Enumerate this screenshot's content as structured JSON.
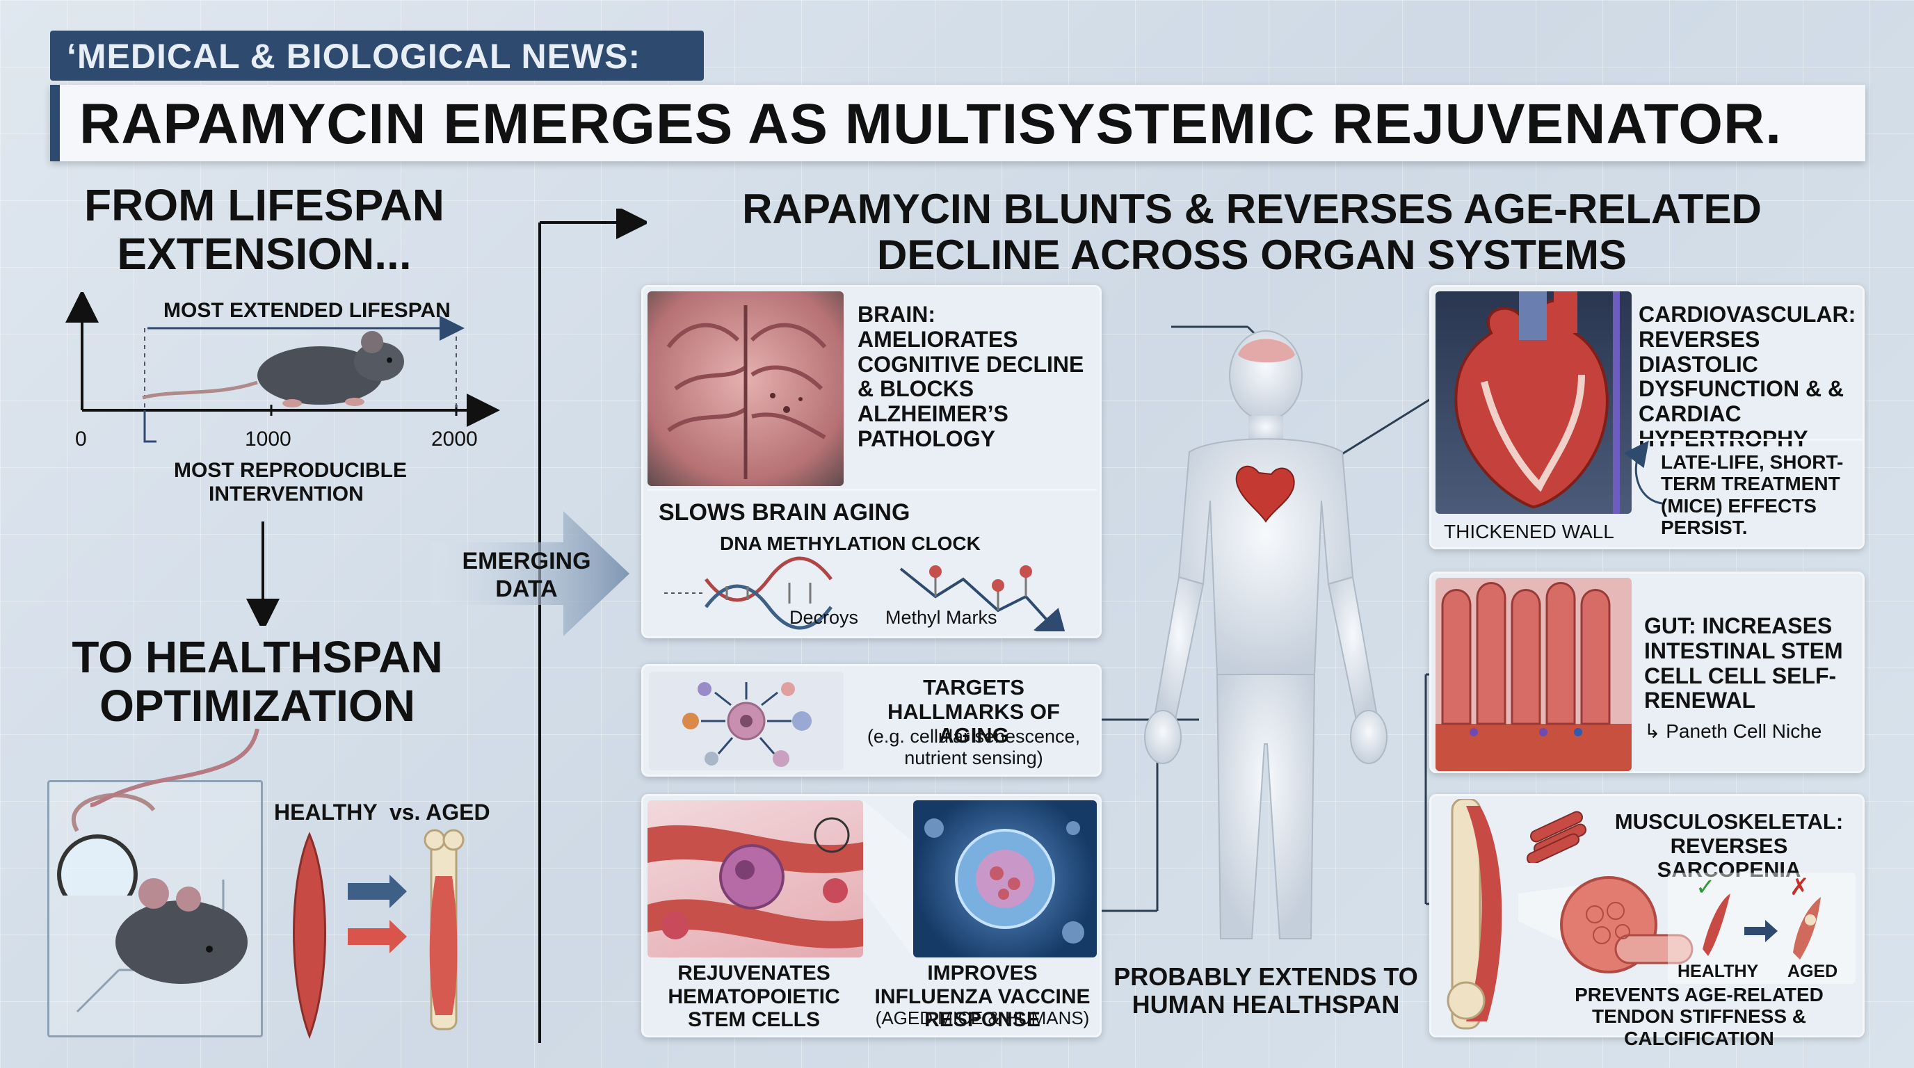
{
  "header": {
    "kicker": "‘MEDICAL & BIOLOGICAL NEWS:",
    "title": "RAPAMYCIN EMERGES AS MULTISYSTEMIC REJUVENATOR."
  },
  "left": {
    "heading_top": "FROM LIFESPAN EXTENSION...",
    "chart": {
      "most_extended": "MOST EXTENDED LIFESPAN",
      "tick_0": "0",
      "tick_1000": "1000",
      "tick_2000": "2000",
      "reproducible_1": "MOST REPRODUCIBLE",
      "reproducible_2": "INTERVENTION"
    },
    "heading_bottom": "TO HEALTHSPAN OPTIMIZATION",
    "healthy_vs_aged": "HEALTHY  vs. AGED"
  },
  "emerging": {
    "line1": "EMERGING",
    "line2": "DATA"
  },
  "center": {
    "heading": "RAPAMYCIN BLUNTS & REVERSES AGE-RELATED DECLINE ACROSS ORGAN SYSTEMS",
    "brain": {
      "text": "BRAIN: AMELIORATES COGNITIVE DECLINE & BLOCKS ALZHEIMER’S PATHOLOGY",
      "slows": "SLOWS BRAIN AGING",
      "clock": "DNA METHYLATION CLOCK",
      "decroys": "Decroys",
      "methyl": "Methyl Marks"
    },
    "hallmarks": {
      "title": "TARGETS HALLMARKS OF AGING",
      "sub": "(e.g. cellular senescence, nutrient sensing)"
    },
    "hsc": "REJUVENATES HEMATOPOIETIC STEM CELLS",
    "influenza": {
      "title": "IMPROVES INFLUENZA VACCINE RESPONSE",
      "sub": "(AGED MICE & HUMANS)"
    },
    "human": "PROBABLY EXTENDS TO HUMAN HEALTHSPAN"
  },
  "right": {
    "cardio": {
      "text": "CARDIOVASCULAR: REVERSES DIASTOLIC DYSFUNCTION & & CARDIAC HYPERTROPHY",
      "thickened": "THICKENED WALL",
      "late": "LATE-LIFE, SHORT-TERM TREATMENT (MICE) EFFECTS PERSIST."
    },
    "gut": {
      "text": "GUT: INCREASES INTESTINAL STEM CELL CELL SELF-RENEWAL",
      "paneth": "Paneth Cell Niche"
    },
    "musculo": {
      "title": "MUSCULOSKELETAL: REVERSES SARCOPENIA",
      "healthy": "HEALTHY",
      "aged": "AGED",
      "tendon": "PREVENTS AGE-RELATED TENDON STIFFNESS & CALCIFICATION"
    }
  },
  "colors": {
    "navy": "#2e4a6e",
    "muscle": "#c84a45",
    "brain": "#d99a9a"
  }
}
